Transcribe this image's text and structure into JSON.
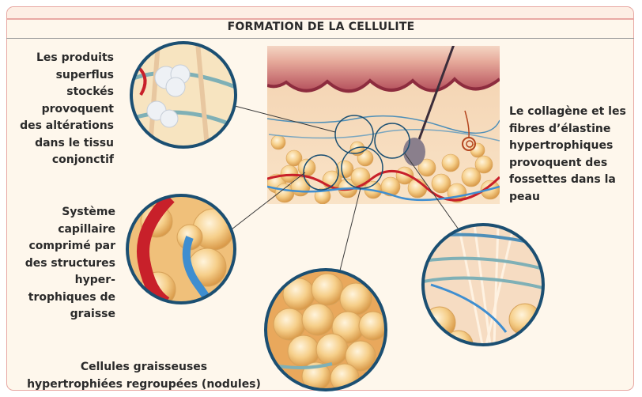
{
  "diagram": {
    "title": "FORMATION DE LA CELLULITE",
    "labels": {
      "produits": "Les produits\nsuperflus\nstockés\nprovoquent\ndes altérations\ndans le tissu\nconjonctif",
      "collagene": "Le collagène et les\nfibres d’élastine\nhypertrophiques\nprovoquent des\nfossettes dans la\npeau",
      "capillaire": "Système\ncapillaire\ncomprimé par\ndes structures\nhyper-\ntrophiques de\ngraisse",
      "cellules": "Cellules graisseuses\nhypertrophiées regroupées (nodules)"
    },
    "colors": {
      "frame_border": "#e7a6a1",
      "background": "#fef7ec",
      "circle_border": "#1b4f72",
      "fat": "#f2c47d",
      "blood": "#c8202a",
      "vein": "#3f8ed0",
      "skin": "#c98a7b"
    }
  }
}
